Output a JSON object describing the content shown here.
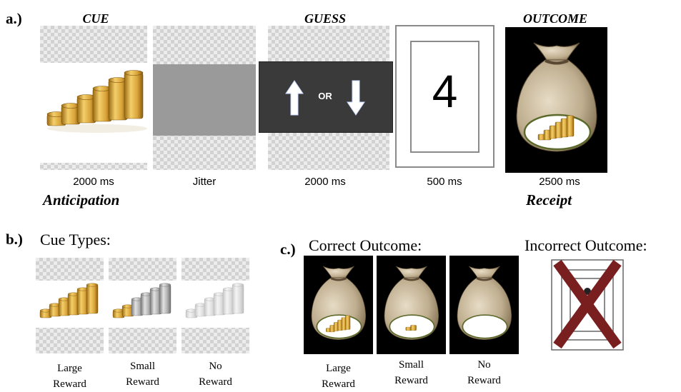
{
  "panel_a": {
    "label": "a.)",
    "header_cue": "CUE",
    "header_guess": "GUESS",
    "header_outcome": "OUTCOME",
    "guess_or": "OR",
    "number_shown": "4",
    "timing_cue": "2000 ms",
    "timing_jitter": "Jitter",
    "timing_guess": "2000 ms",
    "timing_number": "500 ms",
    "timing_outcome": "2500 ms",
    "phase_anticipation": "Anticipation",
    "phase_receipt": "Receipt"
  },
  "panel_b": {
    "label": "b.)",
    "title": "Cue Types:",
    "items": [
      {
        "line1": "Large",
        "line2": "Reward"
      },
      {
        "line1": "Small",
        "line2": "Reward"
      },
      {
        "line1": "No",
        "line2": "Reward"
      }
    ]
  },
  "panel_c": {
    "label": "c.)",
    "correct_title": "Correct Outcome:",
    "incorrect_title": "Incorrect Outcome:",
    "items": [
      {
        "line1": "Large",
        "line2": "Reward"
      },
      {
        "line1": "Small",
        "line2": "Reward"
      },
      {
        "line1": "No",
        "line2": "Reward"
      }
    ]
  },
  "colors": {
    "background": "#ffffff",
    "guess_panel": "#3a3a3a",
    "jitter_gray": "#9a9a9a",
    "outcome_background": "#000000",
    "coin_gold": "#d9a43a",
    "coin_gray": "#a8a8a8",
    "incorrect_x": "#7a1f1f"
  },
  "icons": [
    "gold-coin-stacks-icon",
    "up-arrow-icon",
    "down-arrow-icon",
    "money-bag-icon",
    "red-x-icon"
  ]
}
